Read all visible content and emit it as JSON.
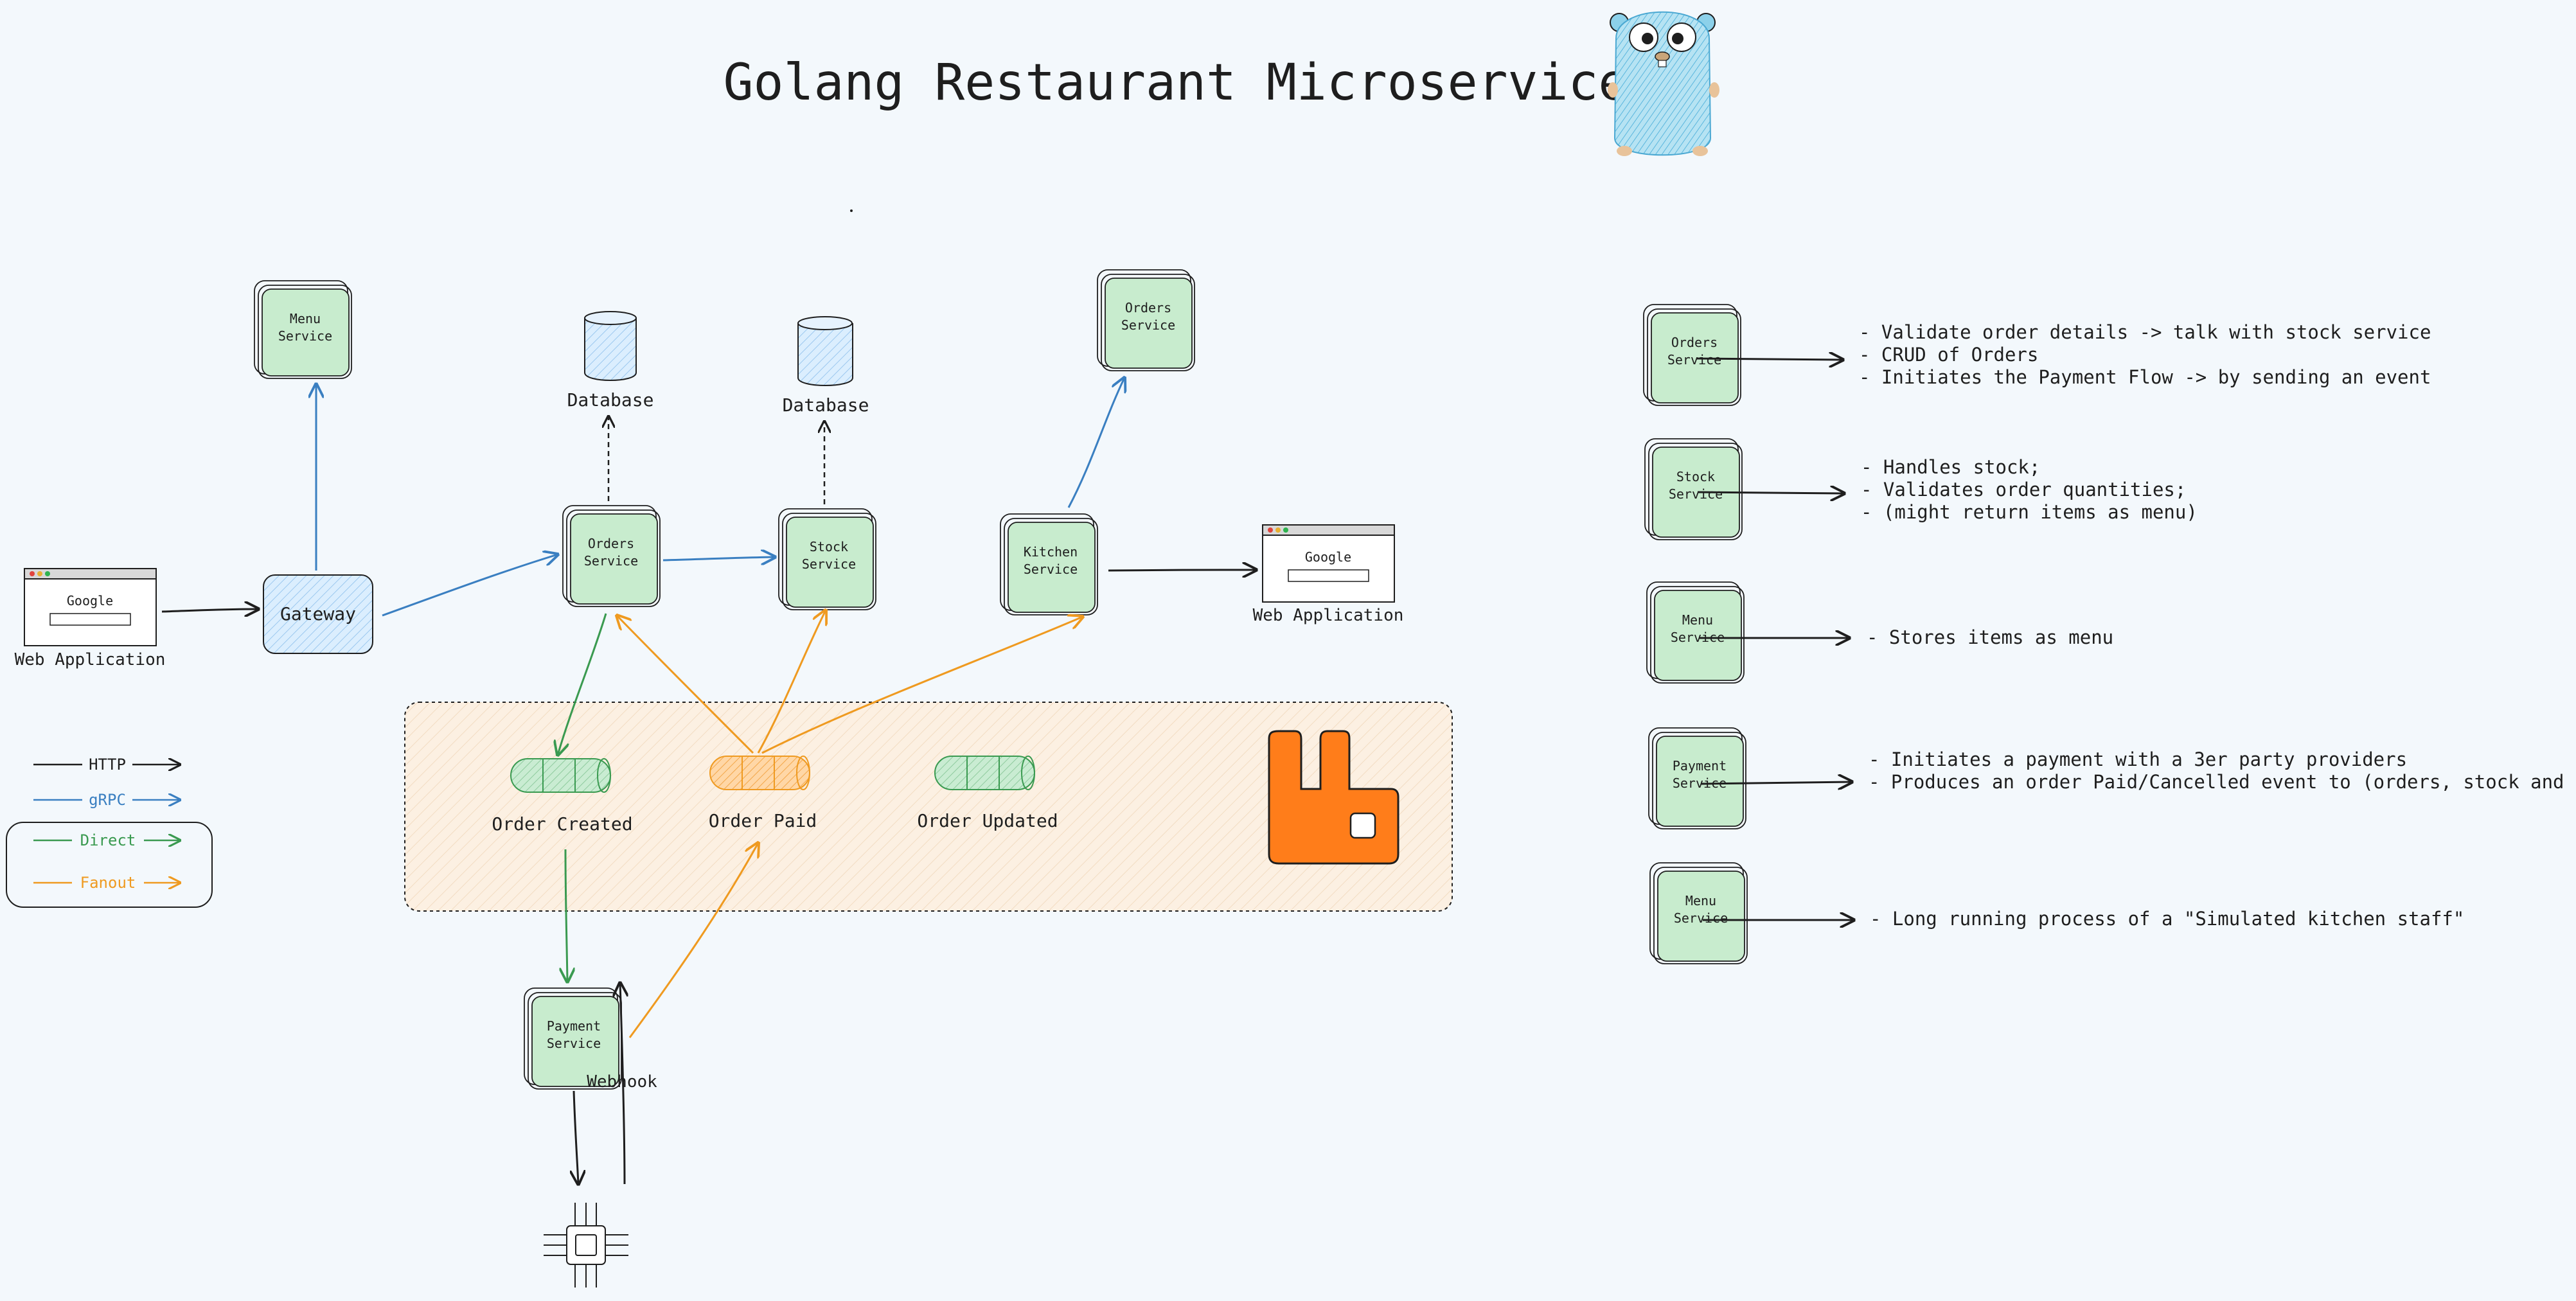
{
  "title": "Golang Restaurant Microservice",
  "colors": {
    "background": "#f3f8fc",
    "service_fill": "#c8ecce",
    "http": "#1e1e1e",
    "grpc": "#3a7fc1",
    "direct": "#3a9a50",
    "fanout": "#ef9a20",
    "broker_box": "#fcf0e2",
    "queue_green": "#b7e2c1",
    "queue_orange": "#ffc98a",
    "rabbitmq": "#ff7d1a",
    "database": "#cfe5fb",
    "gopher": "#8cd1ea"
  },
  "diagram": {
    "gateway": "Gateway",
    "web_app_left": {
      "label": "Web Application",
      "logo": "Google"
    },
    "web_app_right": {
      "label": "Web Application",
      "logo": "Google"
    },
    "menu_service": [
      "Menu",
      "Service"
    ],
    "orders_service": [
      "Orders",
      "Service"
    ],
    "stock_service": [
      "Stock",
      "Service"
    ],
    "kitchen_service": [
      "Kitchen",
      "Service"
    ],
    "orders_service_top": [
      "Orders",
      "Service"
    ],
    "payment_service": [
      "Payment",
      "Service"
    ],
    "db_orders": "Database",
    "db_stock": "Database",
    "queues": {
      "order_created": "Order Created",
      "order_paid": "Order Paid",
      "order_updated": "Order Updated"
    },
    "webhook": "Webhook",
    "broker_icon": "rabbitmq-icon",
    "chip_icon": "chip-icon",
    "gopher_icon": "gopher-mascot-icon"
  },
  "legend": {
    "http": "HTTP",
    "grpc": "gRPC",
    "direct": "Direct",
    "fanout": "Fanout"
  },
  "descriptions": [
    {
      "service": [
        "Orders",
        "Service"
      ],
      "lines": [
        "- Validate order details -> talk with stock service",
        "- CRUD of Orders",
        "- Initiates the Payment Flow -> by sending an event"
      ]
    },
    {
      "service": [
        "Stock",
        "Service"
      ],
      "lines": [
        "- Handles stock;",
        "- Validates order quantities;",
        "- (might return items as menu)"
      ]
    },
    {
      "service": [
        "Menu",
        "Service"
      ],
      "lines": [
        "- Stores items as menu"
      ]
    },
    {
      "service": [
        "Payment",
        "Service"
      ],
      "lines": [
        "- Initiates a payment with a 3er party providers",
        "- Produces an order Paid/Cancelled event to (orders, stock and kitchen)"
      ]
    },
    {
      "service": [
        "Menu",
        "Service"
      ],
      "lines": [
        "- Long running process of a \"Simulated kitchen staff\""
      ]
    }
  ]
}
